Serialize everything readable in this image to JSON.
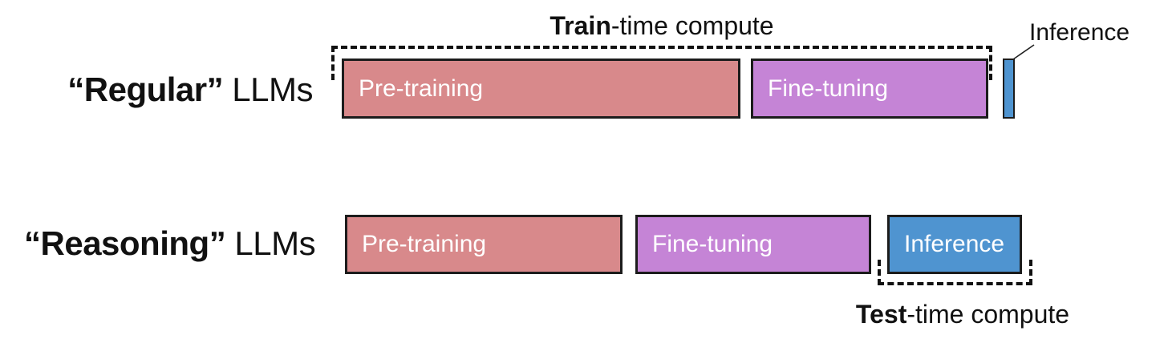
{
  "rows": {
    "regular": {
      "label_bold": "“Regular”",
      "label_rest": " LLMs",
      "bars": {
        "pretraining": "Pre-training",
        "finetuning": "Fine-tuning"
      },
      "inference_callout": "Inference",
      "bracket": {
        "bold": "Train",
        "rest": "-time compute"
      }
    },
    "reasoning": {
      "label_bold": "“Reasoning”",
      "label_rest": " LLMs",
      "bars": {
        "pretraining": "Pre-training",
        "finetuning": "Fine-tuning",
        "inference": "Inference"
      },
      "bracket": {
        "bold": "Test",
        "rest": "-time compute"
      }
    }
  },
  "colors": {
    "pretraining_fill": "#d8898b",
    "finetuning_fill": "#c584d6",
    "inference_fill": "#4f94d0",
    "bar_border": "#1c1c1c",
    "bracket_dash": "#111111",
    "bar_text": "#ffffff",
    "label_text": "#111111"
  }
}
